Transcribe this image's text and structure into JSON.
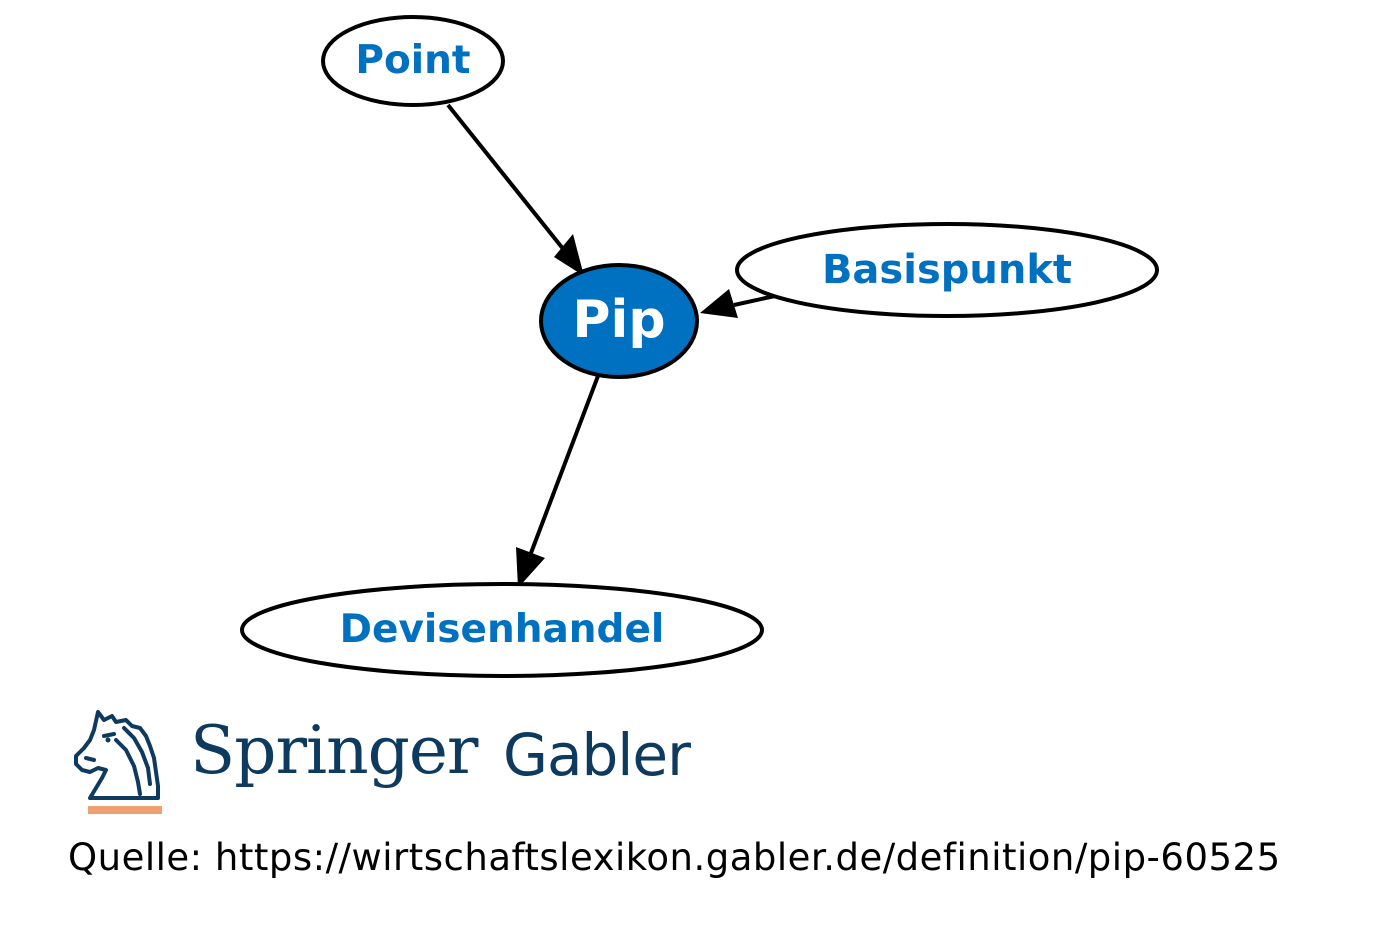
{
  "diagram": {
    "nodes": [
      {
        "id": "point",
        "label": "Point",
        "highlight": false
      },
      {
        "id": "pip",
        "label": "Pip",
        "highlight": true
      },
      {
        "id": "basispunkt",
        "label": "Basispunkt",
        "highlight": false
      },
      {
        "id": "devisenhandel",
        "label": "Devisenhandel",
        "highlight": false
      }
    ],
    "edges": [
      {
        "from": "point",
        "to": "pip"
      },
      {
        "from": "basispunkt",
        "to": "pip"
      },
      {
        "from": "pip",
        "to": "devisenhandel"
      }
    ],
    "colors": {
      "accent": "#0070c0",
      "node_fill": "#ffffff",
      "stroke": "#000000",
      "highlight_text": "#ffffff"
    }
  },
  "logo": {
    "word1": "Springer",
    "word2": "Gabler",
    "icon": "springer-horse-icon",
    "colors": {
      "text": "#0e3a5f",
      "underline": "#f0a070"
    }
  },
  "source_text": "Quelle: https://wirtschaftslexikon.gabler.de/definition/pip-60525"
}
